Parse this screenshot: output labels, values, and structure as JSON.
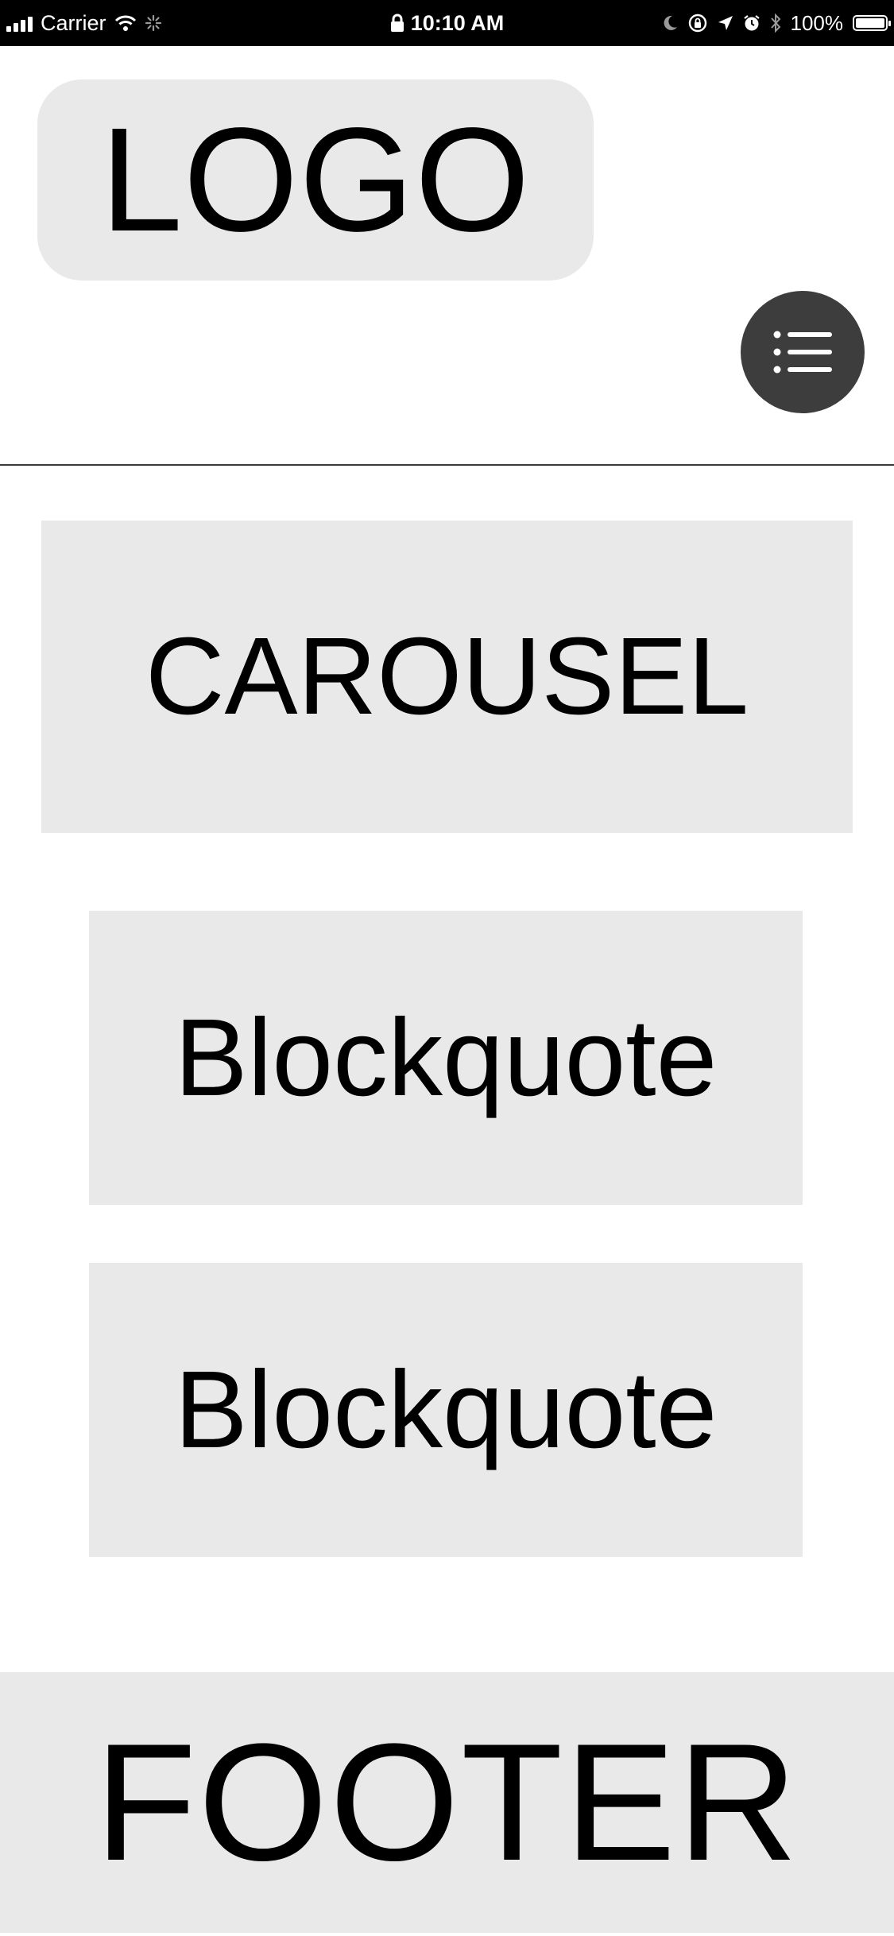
{
  "status_bar": {
    "carrier": "Carrier",
    "time": "10:10 AM",
    "battery_percent": "100%",
    "battery_level": 1.0,
    "icons": [
      "signal-icon",
      "wifi-icon",
      "activity-spinner-icon",
      "lock-icon",
      "moon-icon",
      "orientation-lock-icon",
      "location-arrow-icon",
      "alarm-icon",
      "bluetooth-icon",
      "battery-icon"
    ]
  },
  "header": {
    "logo_text": "LOGO",
    "menu_icon": "list-menu-icon"
  },
  "main": {
    "carousel_label": "CAROUSEL",
    "blockquotes": [
      {
        "label": "Blockquote"
      },
      {
        "label": "Blockquote"
      }
    ]
  },
  "footer": {
    "label": "FOOTER"
  },
  "colors": {
    "placeholder_bg": "#e9e9e9",
    "menu_button_bg": "#3d3d3d",
    "status_bar_bg": "#000000"
  }
}
